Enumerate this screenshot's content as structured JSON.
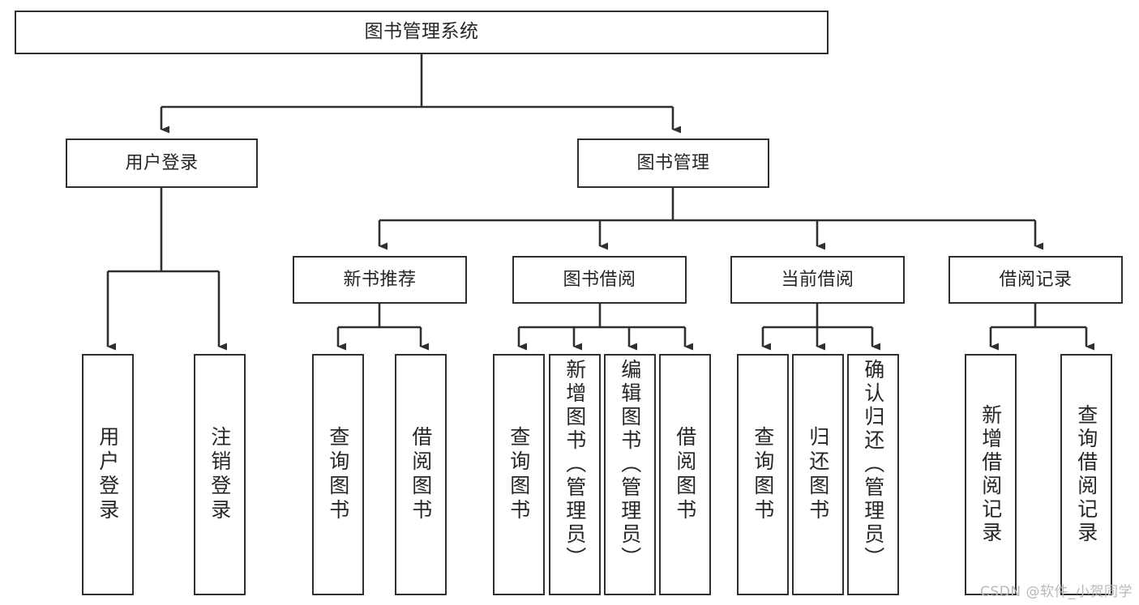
{
  "diagram": {
    "title": "图书管理系统",
    "type": "tree",
    "stroke_color": "#2f2f2f",
    "text_color": "#262626",
    "background_color": "#ffffff",
    "root": {
      "id": "root",
      "label": "图书管理系统"
    },
    "level2": [
      {
        "id": "user-login",
        "label": "用户登录"
      },
      {
        "id": "book-manage",
        "label": "图书管理"
      }
    ],
    "level3": [
      {
        "id": "new-book-recommend",
        "label": "新书推荐",
        "parent": "book-manage"
      },
      {
        "id": "book-borrow",
        "label": "图书借阅",
        "parent": "book-manage"
      },
      {
        "id": "current-borrow",
        "label": "当前借阅",
        "parent": "book-manage"
      },
      {
        "id": "borrow-record",
        "label": "借阅记录",
        "parent": "book-manage"
      }
    ],
    "leaves": [
      {
        "id": "leaf-user-login",
        "label": "用户登录",
        "parent": "user-login"
      },
      {
        "id": "leaf-user-logout",
        "label": "注销登录",
        "parent": "user-login"
      },
      {
        "id": "leaf-query-book-1",
        "label": "查询图书",
        "parent": "new-book-recommend"
      },
      {
        "id": "leaf-borrow-book-1",
        "label": "借阅图书",
        "parent": "new-book-recommend"
      },
      {
        "id": "leaf-query-book-2",
        "label": "查询图书",
        "parent": "book-borrow"
      },
      {
        "id": "leaf-add-book",
        "label": "新增图书（管理员）",
        "parent": "book-borrow"
      },
      {
        "id": "leaf-edit-book",
        "label": "编辑图书（管理员）",
        "parent": "book-borrow"
      },
      {
        "id": "leaf-borrow-book-2",
        "label": "借阅图书",
        "parent": "book-borrow"
      },
      {
        "id": "leaf-query-book-3",
        "label": "查询图书",
        "parent": "current-borrow"
      },
      {
        "id": "leaf-return-book",
        "label": "归还图书",
        "parent": "current-borrow"
      },
      {
        "id": "leaf-confirm-return",
        "label": "确认归还（管理员）",
        "parent": "current-borrow"
      },
      {
        "id": "leaf-add-record",
        "label": "新增借阅记录",
        "parent": "borrow-record"
      },
      {
        "id": "leaf-query-record",
        "label": "查询借阅记录",
        "parent": "borrow-record"
      }
    ]
  },
  "watermark": {
    "text": "CSDN @软件_小贺同学"
  }
}
